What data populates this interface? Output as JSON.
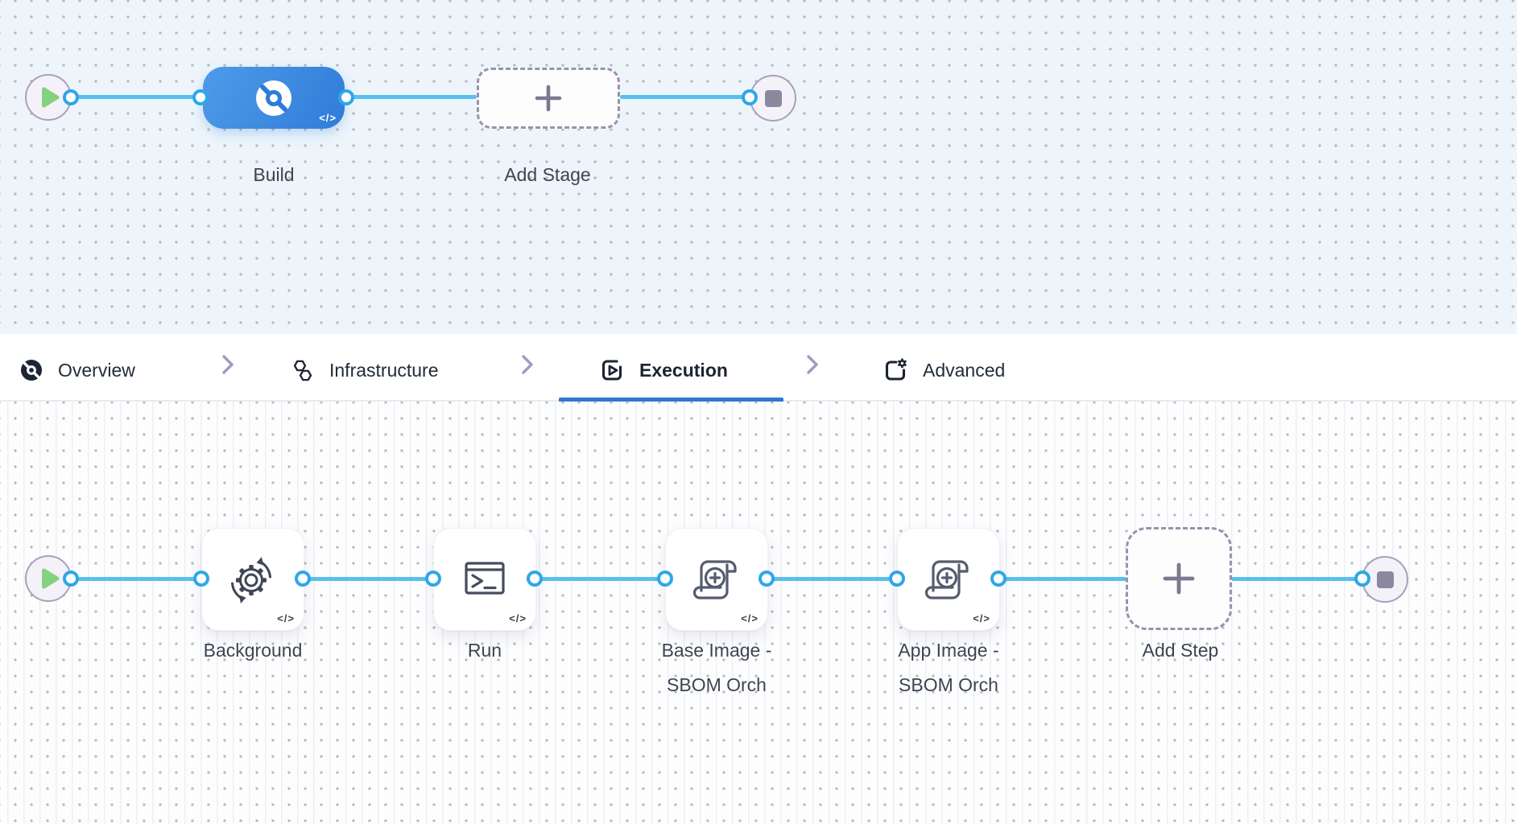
{
  "palette": {
    "connector_blue": "#58c0ef",
    "port_ring_blue": "#2ea7e9",
    "stage_blue": "#3a87e2",
    "active_tab_underline": "#2e7ad2",
    "play_green": "#84d180",
    "terminal_node_gray": "#8b89a0",
    "canvas_top_bg": "#edf5fb",
    "canvas_bottom_bg": "#fdfdfe",
    "label_color": "#3e4551"
  },
  "stage_pipeline": {
    "stages": [
      {
        "label": "Build",
        "code_badge": "</>",
        "icon": "ci-build-icon"
      }
    ],
    "add_stage_label": "Add Stage"
  },
  "tab_bar": {
    "tabs": [
      {
        "label": "Overview",
        "icon": "ci-overview-icon",
        "active": false
      },
      {
        "label": "Infrastructure",
        "icon": "infrastructure-hexagons-icon",
        "active": false
      },
      {
        "label": "Execution",
        "icon": "execution-play-icon",
        "active": true
      },
      {
        "label": "Advanced",
        "icon": "advanced-settings-icon",
        "active": false
      }
    ]
  },
  "execution_pipeline": {
    "steps": [
      {
        "label": "Background",
        "code_badge": "</>",
        "icon": "background-sync-gear-icon"
      },
      {
        "label": "Run",
        "code_badge": "</>",
        "icon": "run-terminal-icon"
      },
      {
        "label": "Base Image -\nSBOM Orch",
        "code_badge": "</>",
        "icon": "sbom-scroll-plus-icon"
      },
      {
        "label": "App Image -\nSBOM Orch",
        "code_badge": "</>",
        "icon": "sbom-scroll-plus-icon"
      }
    ],
    "add_step_label": "Add Step"
  }
}
